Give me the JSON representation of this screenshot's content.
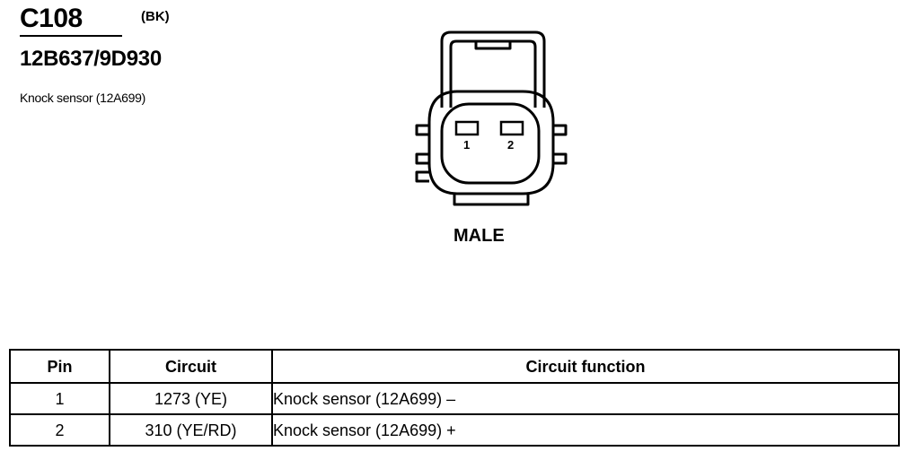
{
  "header": {
    "connector_id": "C108",
    "connector_color": "(BK)",
    "part_number": "12B637/9D930",
    "description": "Knock sensor (12A699)"
  },
  "connector_view": {
    "pins": [
      "1",
      "2"
    ],
    "gender_label": "MALE"
  },
  "pin_table": {
    "headers": [
      "Pin",
      "Circuit",
      "Circuit function"
    ],
    "rows": [
      {
        "pin": "1",
        "circuit": "1273 (YE)",
        "function": "Knock sensor (12A699) –"
      },
      {
        "pin": "2",
        "circuit": "310 (YE/RD)",
        "function": "Knock sensor (12A699) +"
      }
    ]
  }
}
